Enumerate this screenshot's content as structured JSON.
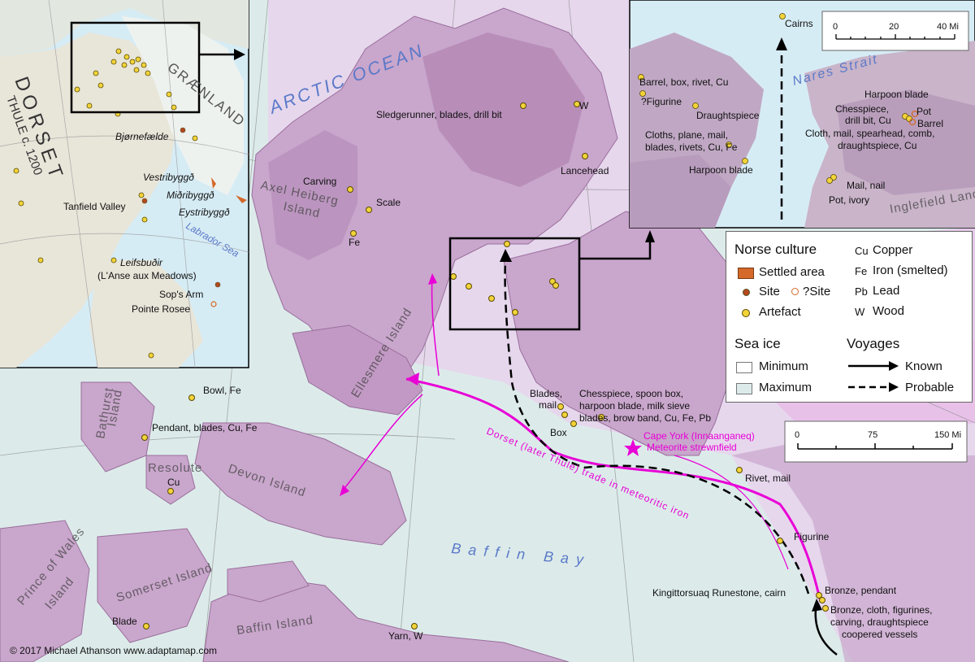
{
  "map": {
    "ocean_label": "ARCTIC OCEAN",
    "baffin_bay": "Baffin Bay",
    "nares_strait": "Nares Strait",
    "trade_route": "Dorset (later Thule) trade in meteoritic iron",
    "cape_york": "Cape York (Innaanganeq)",
    "meteorite": "Meteorite strewnfield",
    "credit": "© 2017 Michael Athanson   www.adaptamap.com",
    "islands": {
      "axel_heiberg_1": "Axel Heiberg",
      "axel_heiberg_2": "Island",
      "ellesmere": "Ellesmere Island",
      "devon": "Devon Island",
      "baffin": "Baffin Island",
      "somerset": "Somerset Island",
      "prince_of_wales_1": "Prince of Wales",
      "prince_of_wales_2": "Island",
      "bathurst_1": "Bathurst",
      "bathurst_2": "Island",
      "inglefield": "Inglefield Land",
      "resolute": "Resolute"
    },
    "sites": {
      "sledgerunner": "Sledgerunner, blades, drill bit",
      "w_north": "W",
      "lancehead": "Lancehead",
      "carving": "Carving",
      "scale": "Scale",
      "fe": "Fe",
      "bowl": "Bowl, Fe",
      "pendant": "Pendant, blades, Cu, Fe",
      "cu_resolute": "Cu",
      "blade": "Blade",
      "yarn": "Yarn, W",
      "blades_mail_1": "Blades,",
      "blades_mail_2": "mail",
      "box": "Box",
      "chesspiece_1": "Chesspiece, spoon box,",
      "chesspiece_2": "harpoon blade, milk sieve",
      "chesspiece_3": "blades, brow band, Cu, Fe, Pb",
      "rivet_mail": "Rivet, mail",
      "figurine": "Figurine",
      "runestone": "Kingittorsuaq Runestone, cairn",
      "bronze_pendant": "Bronze, pendant",
      "bronze_1": "Bronze, cloth, figurines,",
      "bronze_2": "carving, draughtspiece",
      "bronze_3": "coopered vessels"
    }
  },
  "main_scale": {
    "ticks": [
      "0",
      "75",
      "150 Mi"
    ]
  },
  "inset_left": {
    "dorset": "DORSET",
    "thule": "THULE c. 1200",
    "greenland": "GRÆNLAND",
    "labrador_sea": "Labrador Sea",
    "bjornefaelde": "Bjørnefælde",
    "vestribyggd": "Vestribyggð",
    "midribyggd": "Miðribyggð",
    "eystribyggd": "Eystribyggð",
    "tanfield": "Tanfield Valley",
    "leifsbudir": "Leifsbuðir",
    "lanse": "(L'Anse aux Meadows)",
    "sops_arm": "Sop's Arm",
    "pointe_rosee": "Pointe Rosee"
  },
  "inset_right": {
    "cairns": "Cairns",
    "barrel": "Barrel, box, rivet, Cu",
    "figurine": "?Figurine",
    "draughtspiece": "Draughtspiece",
    "cloths_1": "Cloths, plane, mail,",
    "cloths_2": "blades, rivets, Cu, Fe",
    "harpoon_left": "Harpoon blade",
    "harpoon_right": "Harpoon blade",
    "chesspiece_1": "Chesspiece,",
    "chesspiece_2": "drill bit, Cu",
    "pot": "Pot",
    "barrel_r": "Barrel",
    "cloth_1": "Cloth, mail, spearhead, comb,",
    "cloth_2": "draughtspiece, Cu",
    "mail_nail": "Mail, nail",
    "pot_ivory": "Pot, ivory",
    "scale": {
      "ticks": [
        "0",
        "20",
        "40 Mi"
      ]
    }
  },
  "legend": {
    "norse_title": "Norse culture",
    "settled": "Settled area",
    "site": "Site",
    "qsite": "?Site",
    "artefact": "Artefact",
    "cu_code": "Cu",
    "cu_label": "Copper",
    "fe_code": "Fe",
    "fe_label": "Iron (smelted)",
    "pb_code": "Pb",
    "pb_label": "Lead",
    "w_code": "W",
    "w_label": "Wood",
    "seaice_title": "Sea ice",
    "minimum": "Minimum",
    "maximum": "Maximum",
    "voyages_title": "Voyages",
    "known": "Known",
    "probable": "Probable"
  },
  "colors": {
    "land": "#c9a6cc",
    "land_dark": "#a97aaa",
    "sea_ice": "#dcebea",
    "ocean_pink": "#efc6ee",
    "settled": "#d4692a",
    "site_dot": "#b5471f",
    "artefact_dot": "#f2d43a",
    "trade_route": "#e800d6",
    "sea_label": "#5b79c8"
  }
}
